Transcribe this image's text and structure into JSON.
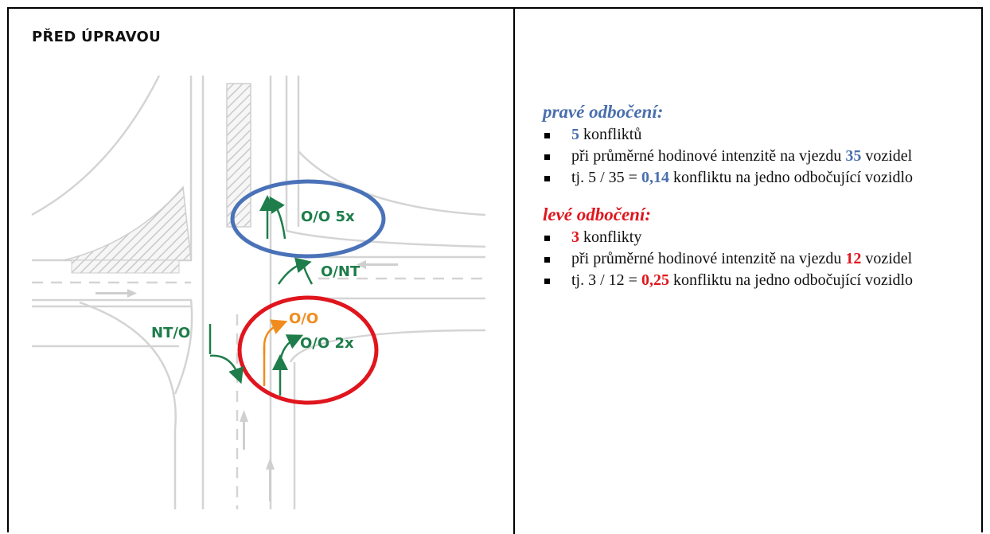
{
  "diagram": {
    "title": "PŘED ÚPRAVOU",
    "labels": {
      "oo5x": "O/O 5x",
      "ont": "O/NT",
      "oo_orange": "O/O",
      "oo2x": "O/O 2x",
      "nto": "NT/O"
    },
    "colors": {
      "green": "#1e7d4a",
      "orange": "#f08c1e",
      "blue_ellipse": "#4a72b8",
      "red_ellipse": "#e0151d",
      "road_lines": "#d0d0d0"
    }
  },
  "right": {
    "right_turn": {
      "heading": "pravé odbočení:",
      "b1_num": "5",
      "b1_text": " konfliktů",
      "b2_text": "při průměrné hodinové intenzitě  na vjezdu ",
      "b2_num": "35",
      "b2_tail": " vozidel",
      "b3_pre": "tj.  5 / 35 = ",
      "b3_num": "0,14",
      "b3_post": " konfliktu na jedno odbočující vozidlo"
    },
    "left_turn": {
      "heading": "levé odbočení:",
      "b1_num": "3",
      "b1_text": " konflikty",
      "b2_text": "při průměrné hodinové intenzitě  na vjezdu ",
      "b2_num": "12",
      "b2_tail": " vozidel",
      "b3_pre": "tj.  3 / 12 = ",
      "b3_num": "0,25",
      "b3_post": " konfliktu na jedno odbočující vozidlo"
    }
  }
}
